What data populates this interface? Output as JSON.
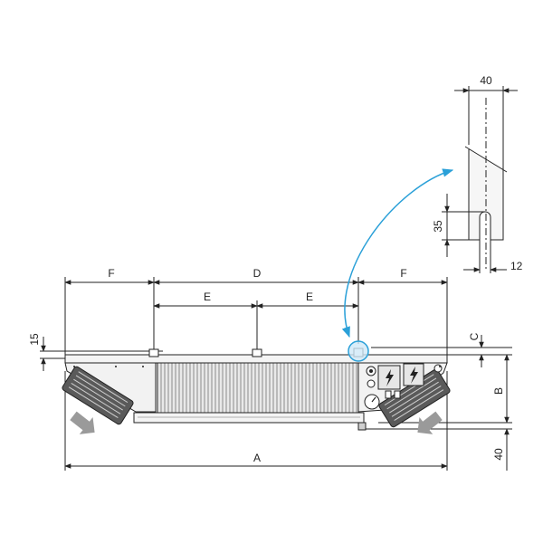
{
  "diagram": {
    "dimensions": {
      "a": "A",
      "b": "B",
      "c": "C",
      "d": "D",
      "e_left": "E",
      "e_right": "E",
      "f_left": "F",
      "f_right": "F",
      "left_15": "15",
      "bottom_40": "40",
      "detail_width_40": "40",
      "detail_slot_35": "35",
      "detail_thickness_12": "12"
    },
    "colors": {
      "line": "#222222",
      "body_fill": "#f2f2f2",
      "fan_fill": "#5a5a5a",
      "airflow_arrow": "#9a9a9a",
      "callout": "#2aa0d8",
      "callout_fill": "#cfe9f7"
    },
    "icons": {
      "terminal_box": "lightning-icon",
      "gauge": "gauge-icon"
    }
  }
}
